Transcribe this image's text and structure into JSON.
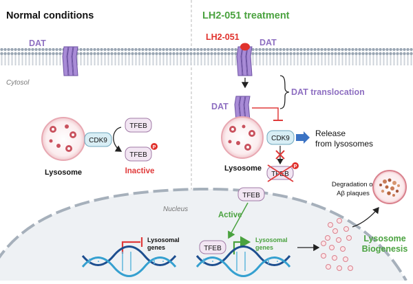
{
  "headers": {
    "left": "Normal conditions",
    "right": "LH2-051 treatment"
  },
  "labels": {
    "dat_left": "DAT",
    "drug": "LH2-051",
    "dat_right_top": "DAT",
    "dat_right_mid": "DAT",
    "dat_translocation": "DAT translocation",
    "cytosol": "Cytosol",
    "nucleus": "Nucleus",
    "lysosome_left": "Lysosome",
    "lysosome_right": "Lysosome",
    "cdk9_left": "CDK9",
    "cdk9_right": "CDK9",
    "tfeb_left_top": "TFEB",
    "tfeb_left_bottom": "TFEB",
    "tfeb_right_blocked": "TFEB",
    "tfeb_free": "TFEB",
    "tfeb_nucleus": "TFEB",
    "p_badge_left": "P",
    "p_badge_right": "P",
    "inactive": "Inactive",
    "active": "Active",
    "release_line1": "Release",
    "release_line2": "from lysosomes",
    "lyso_genes_left_1": "Lysosomal",
    "lyso_genes_left_2": "genes",
    "lyso_genes_right_1": "Lysosomal",
    "lyso_genes_right_2": "genes",
    "degradation_line1": "Degradation of",
    "degradation_line2": "Aβ plaques",
    "lyso_biogenesis_1": "Lysosome",
    "lyso_biogenesis_2": "Biogenesis"
  },
  "colors": {
    "dat_purple": "#8e6fc1",
    "drug_red": "#e0312c",
    "header_green": "#4aa23f",
    "inhibit_red": "#e03a3a",
    "active_green": "#4aa23f",
    "cdk9_fill": "#d8eef5",
    "tfeb_fill": "#f2e6f3",
    "membrane": "#9aa6b3",
    "dna_dark": "#1d4e8f",
    "dna_light": "#35a0d0"
  }
}
